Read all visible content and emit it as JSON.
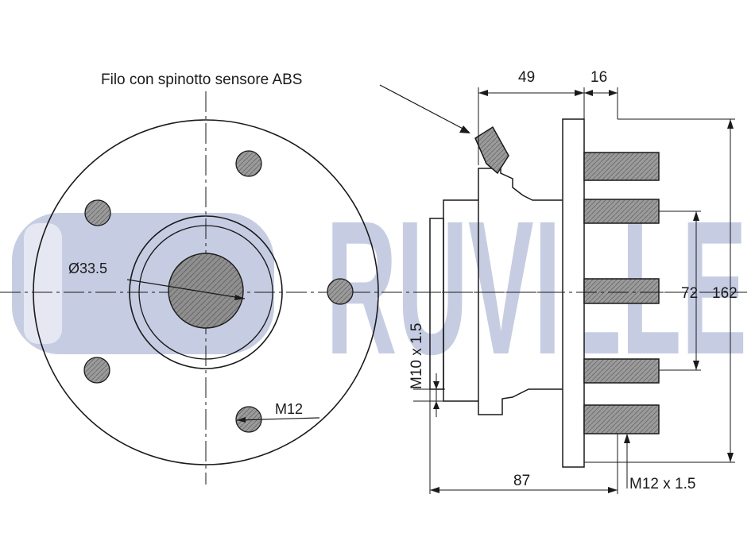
{
  "watermark": {
    "text": "RUVILLE",
    "color": "#c6cde3"
  },
  "colors": {
    "line": "#1a1a1a",
    "stud_fill": "#9b9b9b",
    "bore_fill": "#8f8f8f"
  },
  "labels": {
    "abs_sensor": "Filo con spinotto sensore ABS",
    "bore_diameter": "Ø33.5",
    "wheel_stud_front": "M12",
    "dim_49": "49",
    "dim_16": "16",
    "dim_72": "72",
    "dim_162": "162",
    "dim_87": "87",
    "thread_m10": "M10 x 1.5",
    "thread_m12": "M12 x 1.5"
  }
}
